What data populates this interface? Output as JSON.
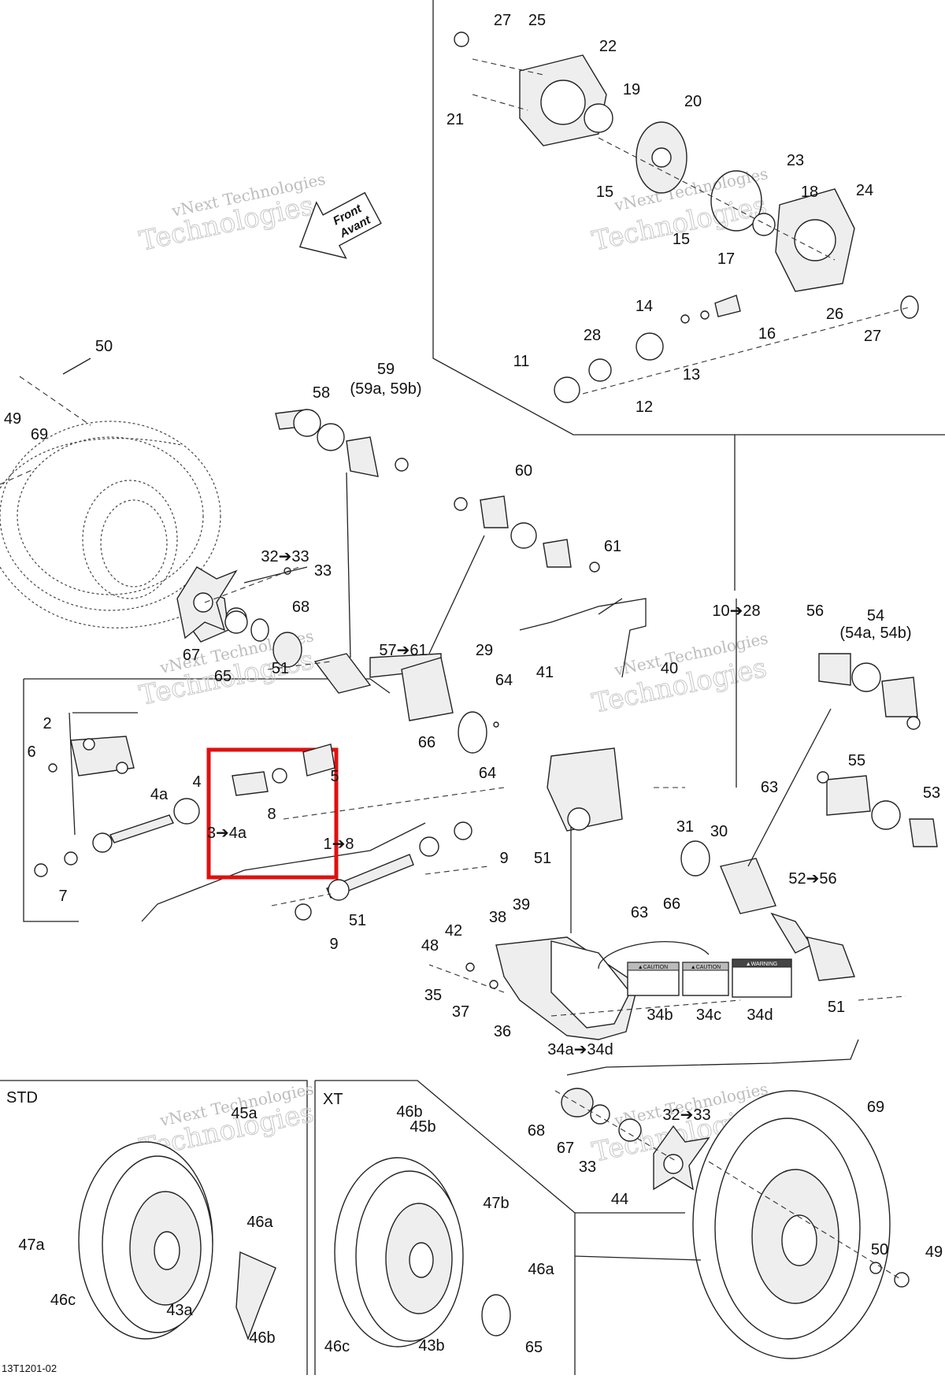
{
  "watermark": {
    "company": "vNext Technologies",
    "big": "Technologies"
  },
  "front_arrow": {
    "line1": "Front",
    "line2": "Avant"
  },
  "sections": {
    "std": "STD",
    "xt": "XT"
  },
  "footer_code": "13T1201-02",
  "decals": {
    "caution_1": "▲CAUTION",
    "caution_2": "▲CAUTION",
    "warning": "▲WARNING"
  },
  "highlight_color": "#e01010",
  "labels": [
    "27",
    "25",
    "22",
    "19",
    "21",
    "20",
    "23",
    "15",
    "15",
    "18",
    "24",
    "17",
    "14",
    "16",
    "26",
    "27",
    "28",
    "13",
    "11",
    "12",
    "50",
    "49",
    "69",
    "59",
    "(59a, 59b)",
    "58",
    "60",
    "61",
    "32➔33",
    "33",
    "68",
    "67",
    "65",
    "57➔61",
    "51",
    "29",
    "41",
    "40",
    "10➔28",
    "56",
    "54",
    "(54a, 54b)",
    "2",
    "6",
    "4a",
    "4",
    "5",
    "8",
    "3➔4a",
    "1➔8",
    "64",
    "66",
    "64",
    "63",
    "31",
    "30",
    "55",
    "53",
    "9",
    "51",
    "7",
    "39",
    "38",
    "42",
    "51",
    "9",
    "48",
    "63",
    "66",
    "52➔56",
    "35",
    "37",
    "36",
    "34b",
    "34c",
    "34d",
    "51",
    "34a➔34d",
    "46b",
    "45a",
    "47a",
    "46a",
    "46c",
    "43a",
    "46b",
    "45b",
    "47b",
    "46a",
    "46c",
    "43b",
    "65",
    "68",
    "67",
    "33",
    "32➔33",
    "44",
    "69",
    "50",
    "49"
  ]
}
